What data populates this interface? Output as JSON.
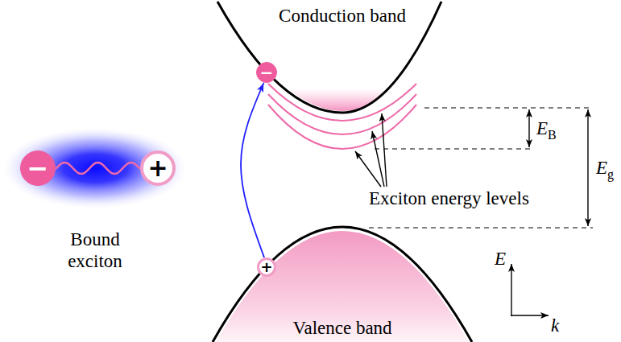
{
  "diagram": {
    "nodes": [
      {
        "text": [
          "Conduction band"
        ]
      },
      {
        "text": [
          "−"
        ]
      },
      {
        "text": [
          "Bound exciton"
        ]
      },
      {
        "text": [
          "−"
        ],
        "in": 2
      },
      {
        "text": [
          "+"
        ],
        "in": 2
      },
      {
        "text": [
          "+"
        ]
      },
      {
        "text": [
          "Valence band"
        ]
      }
    ],
    "edges": [
      {
        "from": 5,
        "to": 1,
        "arrow": "to"
      },
      {
        "from": 3,
        "to": 4,
        "arrow": "none"
      }
    ],
    "labels": [
      "EB",
      "Eg",
      "Exciton energy levels",
      "E",
      "k"
    ]
  }
}
